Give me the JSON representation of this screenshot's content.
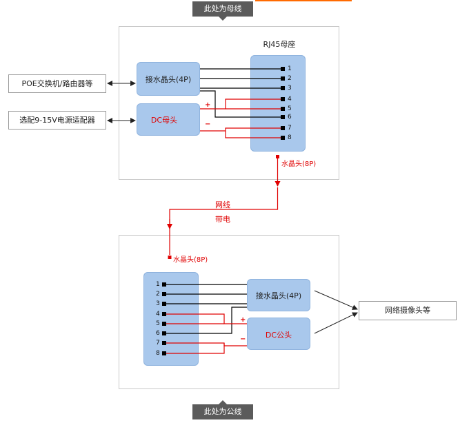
{
  "captions": {
    "top": "此处为母线",
    "bottom": "此处为公线"
  },
  "top_panel": {
    "title": "RJ45母座",
    "left_boxes": {
      "poe": "POE交换机/路由器等",
      "power": "选配9-15V电源适配器"
    },
    "blocks": {
      "crystal4p": "接水晶头(4P)",
      "dc": "DC母头"
    },
    "pins": [
      "1",
      "2",
      "3",
      "4",
      "5",
      "6",
      "7",
      "8"
    ],
    "plus": "+",
    "minus": "−",
    "crystal8p": "水晶头(8P)"
  },
  "link": {
    "cable": "网线",
    "powered": "带电"
  },
  "bottom_panel": {
    "crystal8p": "水晶头(8P)",
    "pins": [
      "1",
      "2",
      "3",
      "4",
      "5",
      "6",
      "7",
      "8"
    ],
    "blocks": {
      "crystal4p": "接水晶头(4P)",
      "dc": "DC公头"
    },
    "plus": "+",
    "minus": "−",
    "right_box": "网络摄像头等"
  },
  "colors": {
    "caption_bg": "#5b5b5b",
    "accent_line": "#ff6a00",
    "block_blue": "#a9c8ec",
    "power_red": "#e00000",
    "signal_black": "#000000"
  }
}
